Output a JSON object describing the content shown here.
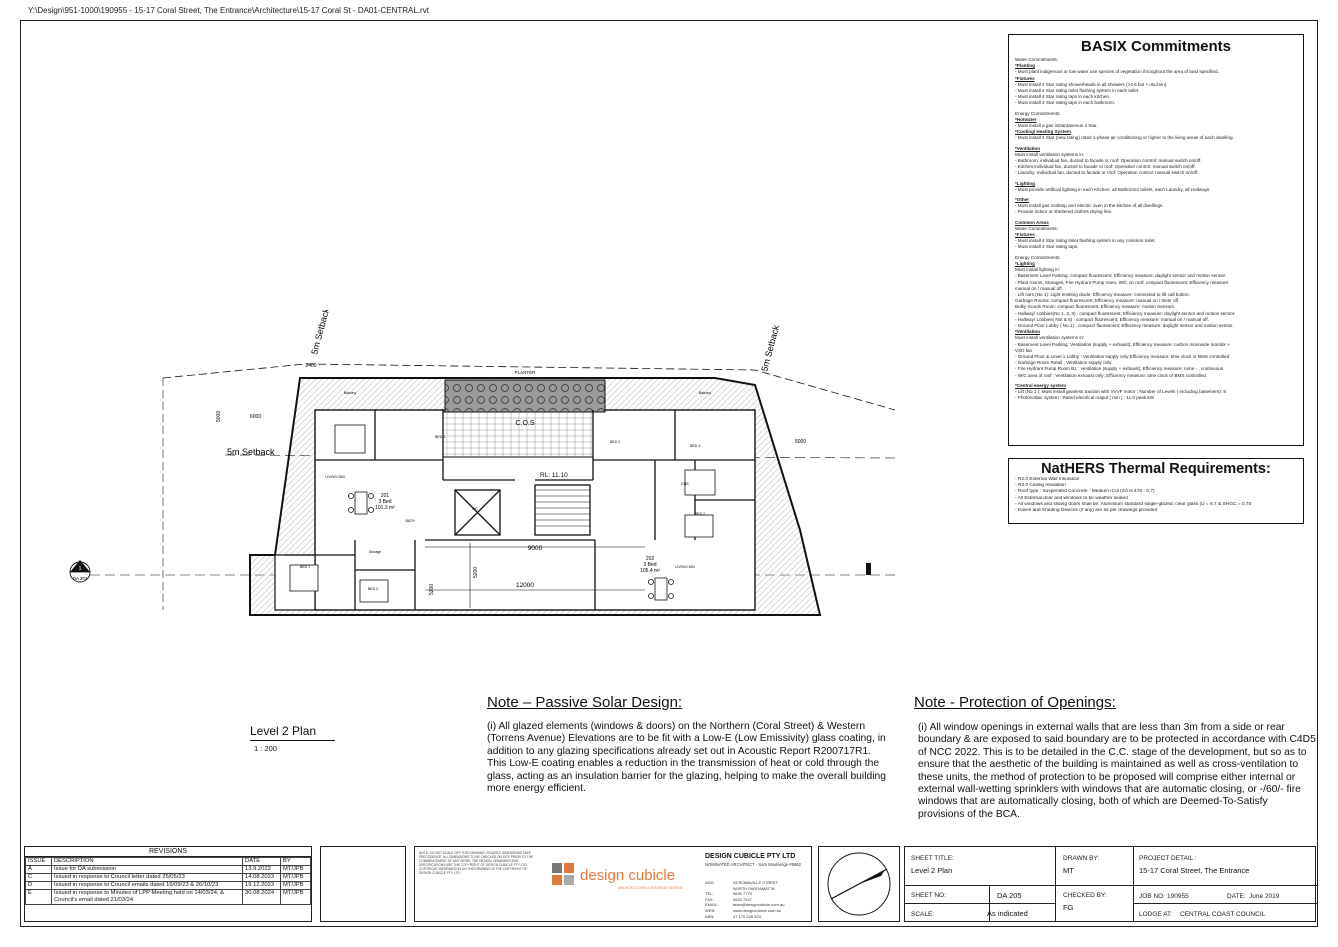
{
  "file_path": "Y:\\Design\\951-1000\\190955 - 15-17 Coral Street, The Entrance\\Architecture\\15-17 Coral St - DA01-CENTRAL.rvt",
  "basix": {
    "title": "BASIX Commitments",
    "lines": [
      {
        "t": "Water Commitments:",
        "k": ""
      },
      {
        "t": "*Planting",
        "k": "h"
      },
      {
        "t": "- Must plant indigenous or low water use species of vegetation throughout the area of land specified.",
        "k": ""
      },
      {
        "t": "*Fixtures",
        "k": "h"
      },
      {
        "t": "- Must install 4 Star rating showerheads in all showers (>4.5 but <=6L/min).",
        "k": ""
      },
      {
        "t": "- Must install 4 Star rating toilet flushing system in each toilet.",
        "k": ""
      },
      {
        "t": "- Must install 4 Star rating taps in each kitchen.",
        "k": ""
      },
      {
        "t": "- Must install 4 Star rating taps in each bathroom.",
        "k": ""
      },
      {
        "t": "Energy Commitments:",
        "k": "sp"
      },
      {
        "t": "*Hotwater",
        "k": "h"
      },
      {
        "t": "- Must install a gas instantaneous 4 Star.",
        "k": ""
      },
      {
        "t": "*Cooling/ Heating System",
        "k": "h"
      },
      {
        "t": "- Must install 4 Star (new rating) rated 1-phase air conditioning or higher to the living areas of each dwelling.",
        "k": ""
      },
      {
        "t": "*Ventilation",
        "k": "h sp"
      },
      {
        "t": "Must install ventilation systems in:",
        "k": ""
      },
      {
        "t": "- Bathroom: individual fan, ducted to facade or roof; Operation control: manual switch on/off.",
        "k": ""
      },
      {
        "t": "- Kitchen:individual fan, ducted to facade or roof; Operation control: manual switch on/off.",
        "k": ""
      },
      {
        "t": "- Laundry: individual fan, ducted to facade or roof; Operation control: manual switch on/off.",
        "k": ""
      },
      {
        "t": "*Lighting",
        "k": "h sp"
      },
      {
        "t": "- Must provide artificial lighting in each Kitchen, all Bathroom/ toilets, each Laundry, all Hallways.",
        "k": ""
      },
      {
        "t": "*Other",
        "k": "h sp"
      },
      {
        "t": "- Must install gas cooktop and electric oven in the kitchen of all dwellings.",
        "k": ""
      },
      {
        "t": "- Provide indoor or sheltered clothes drying line.",
        "k": ""
      },
      {
        "t": "Common Areas",
        "k": "h sp"
      },
      {
        "t": "Water Commitments:",
        "k": ""
      },
      {
        "t": "*Fixtures",
        "k": "h"
      },
      {
        "t": "- Must install 4 Star rating toilet flushing system in any common toilet.",
        "k": ""
      },
      {
        "t": "- Must install 4 Star rating taps.",
        "k": ""
      },
      {
        "t": "Energy Commitments:",
        "k": "sp"
      },
      {
        "t": "*Lighting",
        "k": "h"
      },
      {
        "t": "Must install lighting in:",
        "k": ""
      },
      {
        "t": "- Basement Level Parking: compact fluorescent; Efficiency measure: daylight sensor and motion sensor.",
        "k": ""
      },
      {
        "t": "- Plant rooms, Storages, Fire Hydrant Pump room, W/C on roof: compact fluorescent; Efficiency measure:",
        "k": ""
      },
      {
        "t": "manual on / manual off.",
        "k": ""
      },
      {
        "t": "- Lift cars (No 1): Light emitting diode; Efficiency measure: connected to lift call button.",
        "k": ""
      },
      {
        "t": "Garbage Rooms: compact fluorescent; Efficiency measure: manual on / timer off.",
        "k": ""
      },
      {
        "t": "Bulky Goods Room: compact fluorescent; Efficiency measure: motion Sensors.",
        "k": ""
      },
      {
        "t": "- Hallway/ Lobbies(No 1, 2, 3) : compact fluorescent; Efficiency measure: daylight sensor and motion sensor.",
        "k": ""
      },
      {
        "t": "- Hallway/ Lobbies( Not & 5) : compact fluorescent; Efficiency measure: manual on / manual off.",
        "k": ""
      },
      {
        "t": "- Ground Floor Lobby ( No.1) : compact fluorescent; Efficiency measure: daylight sensor and motion sensor.",
        "k": ""
      },
      {
        "t": "*Ventilation",
        "k": "h"
      },
      {
        "t": "Must install ventilation systems in:",
        "k": ""
      },
      {
        "t": "- Basement Level Parking: Ventilation (supply + exhaust); Efficiency measure: carbon monoxide monitor +",
        "k": ""
      },
      {
        "t": "VSD fan",
        "k": ""
      },
      {
        "t": "- Ground Floor & Level 1 Lobby : Ventilation supply only;Efficiency measure: time clock or BMS controlled",
        "k": ""
      },
      {
        "t": "- Garbage Room Retail : Ventilation supply only",
        "k": ""
      },
      {
        "t": "- Fire Hydrant Pump Room B1 : ventilation (supply + exhaust); Efficiency measure: none - , continuous",
        "k": ""
      },
      {
        "t": "- W/C area of roof : Ventilation exhaust only; Efficiency measure: time clock or BMS controlled",
        "k": ""
      },
      {
        "t": "*Central energy system",
        "k": "h sp"
      },
      {
        "t": "- Lift (No 1 ): Must install gearless traction with VVVF motor ; Number of Levels ( Including basement): 8",
        "k": ""
      },
      {
        "t": "- Photovoltaic system : Rated electrical output ( min ) : 11.0 peak kW",
        "k": ""
      }
    ]
  },
  "nathers": {
    "title": "NatHERS Thermal Requirements:",
    "lines": [
      "- R2.0 External Wall Insulation",
      "- R3.0 Ceiling Insulation",
      "- Roof type : Suspended Concrete - Medium+Col (SA is 476 - 0.7)",
      "- All External door and windows to be weather sealed",
      "- All windows and sliding doors shall be: Aluminium standard single-glazed: clear glass (U = 6.7 & SHGC = 0.70",
      "- Eaves and Shading Devices (if any) are as per drawings provided"
    ]
  },
  "plan": {
    "title": "Level 2 Plan",
    "scale": "1 : 200",
    "setback_top_left": "5m Setback",
    "setback_left": "5m Setback",
    "setback_right": "5m Setback",
    "rl": "RL: 11.10",
    "cos": "C.O.S",
    "dims": [
      "2400",
      "6000",
      "5000",
      "5000",
      "9000",
      "12000",
      "5200",
      "5200"
    ],
    "unit_201": {
      "num": "201",
      "type": "3 Bed",
      "area": "101.2 m²"
    },
    "unit_202": {
      "num": "202",
      "type": "3 Bed",
      "area": "105.4 m²"
    },
    "section_marker_num": "1",
    "section_marker_ref": "DA 303",
    "rooms": [
      "BED 1",
      "BED 2",
      "BED 3",
      "BED 2",
      "BED 1",
      "BED 3",
      "LIVING/ DIN",
      "LIVING/ DIN",
      "BATH",
      "ENS",
      "WC",
      "Storage",
      "PLANTER",
      "Balcony",
      "Balcony"
    ]
  },
  "note_passive": {
    "title": "Note – Passive Solar Design:",
    "body": "(i) All glazed elements (windows & doors) on the Northern (Coral Street) & Western (Torrens Avenue) Elevations are to be fit with a Low-E (Low Emissivity) glass coating, in addition to any glazing specifications already set out in Acoustic Report R200717R1. This Low-E coating enables a reduction in the transmission of heat or cold through the glass, acting as an insulation barrier for the glazing, helping to make the overall building more energy efficient."
  },
  "note_openings": {
    "title": "Note - Protection of Openings:",
    "body": "(i) All window openings in external walls that are less than 3m from a side or rear boundary & are exposed to said boundary are to be protected in accordance with C4D5 of NCC 2022. This is to be detailed in the C.C. stage of the development, but so as to ensure that the aesthetic of the building is maintained as well as cross-ventilation to these units, the method of protection to be proposed will comprise either internal or external wall-wetting sprinklers with windows that are automatic closing, or -/60/- fire windows that are automatically closing, both of which are Deemed-To-Satisfy provisions of the BCA."
  },
  "revisions": {
    "title": "REVISIONS",
    "headers": [
      "ISSUE",
      "DESCRIPTION",
      "DATE",
      "BY"
    ],
    "rows": [
      [
        "A",
        "Issue for DA submission",
        "13.9.2022",
        "MT/JPB"
      ],
      [
        "C",
        "Issued in response to Council letter dated 25/05/23",
        "14.08.2023",
        "MT/JPB"
      ],
      [
        "D",
        "Issued in response to Council emails dated 16/09/23 & 26/10/23",
        "19.12.2023",
        "MT/JPB"
      ],
      [
        "E",
        "Issued in response to Minutes of LPP Meeting held on 14/03/24, & Council's email dated 21/03/24",
        "30.08.2024",
        "MT/JPB"
      ]
    ]
  },
  "firm": {
    "notes": "NOTE: DO NOT SCALE OFF THIS DRAWING. FIGURED DIMENSIONS TAKE PRECEDENCE. ALL DIMENSIONS TO BE CHECKED ON SITE PRIOR TO THE COMMENCEMENT OF ANY WORK. THE DESIGN, DRAWINGS AND SPECIFICATIONS ARE THE COPYRIGHT OF DESIGN CUBICLE PTY LTD. COPYRIGHT INFORMATION ON THIS DRAWING IS THE COPYRIGHT OF DESIGN CUBICLE PTY LTD.",
    "logo": "design cubicle",
    "logo_tag": "ARCHITECTURE & INTERIOR DESIGN",
    "name": "DESIGN CUBICLE PTY LTD",
    "sub": "NOMINATED ARCHITECT - Sam Moufarrige #6862",
    "contact_labels": [
      "ADD:",
      "",
      "TEL:",
      "FAX:",
      "EMAIL:",
      "WEB:",
      "ABN:"
    ],
    "contact_values": [
      "43 ROMAVILLE STREET",
      "NORTH PARRAMATTA",
      "9630 7779",
      "9630 7247",
      "team@designcubicle.com.au",
      "www.designcubicle.com.au",
      "47 170 628 323"
    ]
  },
  "sheet": {
    "title_label": "SHEET TITLE:",
    "title": "Level 2  Plan",
    "no_label": "SHEET NO:",
    "no": "DA 205",
    "scale_label": "SCALE:",
    "scale": "As indicated",
    "drawn_label": "DRAWN BY:",
    "drawn": "MT",
    "checked_label": "CHECKED BY:",
    "checked": "FG",
    "project_label": "PROJECT DETAIL :",
    "project": "15-17 Coral Street, The Entrance",
    "job_label": "JOB NO:",
    "job": "190955",
    "date_label": "DATE:",
    "date": "June 2019",
    "lodge_label": "LODGE AT:",
    "lodge": "CENTRAL COAST COUNCIL"
  },
  "colors": {
    "ink": "#111111",
    "planter": "#888888",
    "hatch": "#bbbbbb",
    "logo": "#e07a3a"
  }
}
